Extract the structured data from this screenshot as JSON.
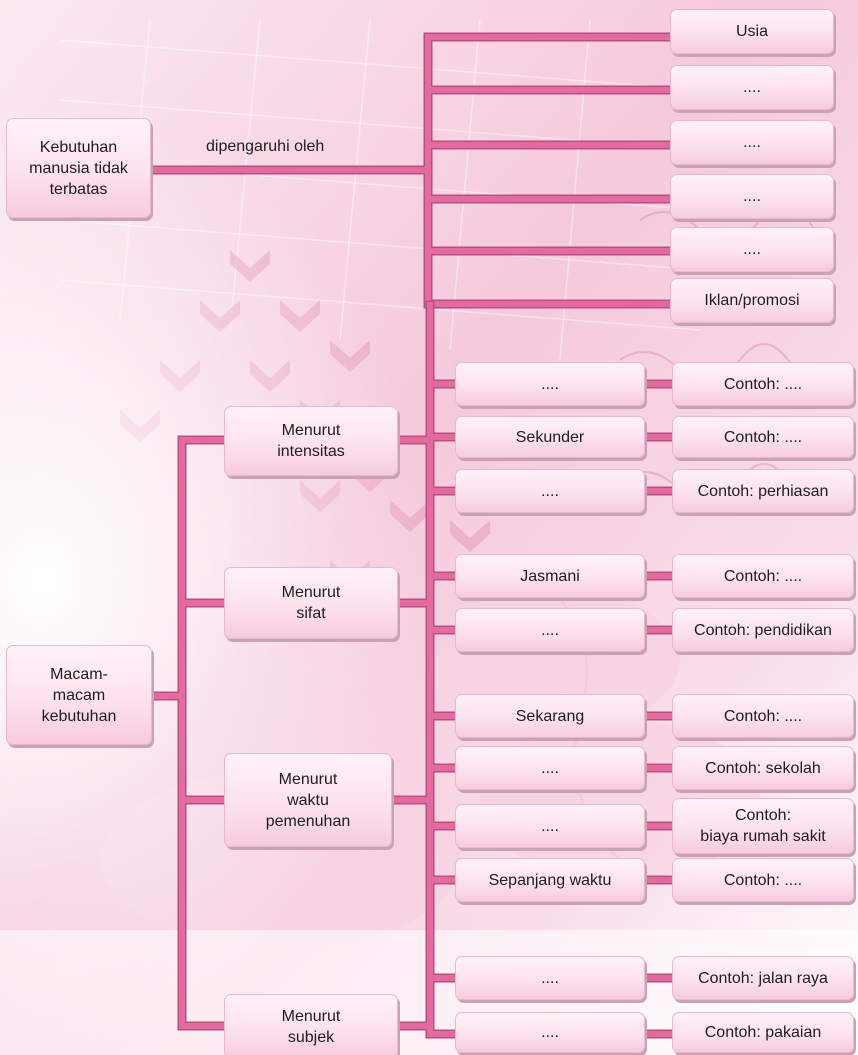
{
  "root_top": {
    "label": "Kebutuhan\nmanusia tidak\nterbatas",
    "connector_label": "dipengaruhi oleh"
  },
  "factors": [
    "Usia",
    "....",
    "....",
    "....",
    "....",
    "Iklan/promosi"
  ],
  "root_bottom": {
    "label": "Macam-\nmacam\nkebutuhan"
  },
  "categories": [
    {
      "label": "Menurut\nintensitas",
      "types": [
        {
          "label": "....",
          "example": "Contoh: ...."
        },
        {
          "label": "Sekunder",
          "example": "Contoh: ...."
        },
        {
          "label": "....",
          "example": "Contoh: perhiasan"
        }
      ]
    },
    {
      "label": "Menurut\nsifat",
      "types": [
        {
          "label": "Jasmani",
          "example": "Contoh: ...."
        },
        {
          "label": "....",
          "example": "Contoh: pendidikan"
        }
      ]
    },
    {
      "label": "Menurut\nwaktu\npemenuhan",
      "types": [
        {
          "label": "Sekarang",
          "example": "Contoh: ...."
        },
        {
          "label": "....",
          "example": "Contoh: sekolah"
        },
        {
          "label": "....",
          "example": "Contoh:\nbiaya rumah sakit"
        },
        {
          "label": "Sepanjang waktu",
          "example": "Contoh: ...."
        }
      ]
    },
    {
      "label": "Menurut\nsubjek",
      "types": [
        {
          "label": "....",
          "example": "Contoh: jalan raya"
        },
        {
          "label": "....",
          "example": "Contoh: pakaian"
        }
      ]
    }
  ],
  "colors": {
    "connector": "#e36ba0",
    "connector_edge": "#b94f80",
    "box_fill": "#fde2ee",
    "background_tint": "#f5c6da"
  }
}
